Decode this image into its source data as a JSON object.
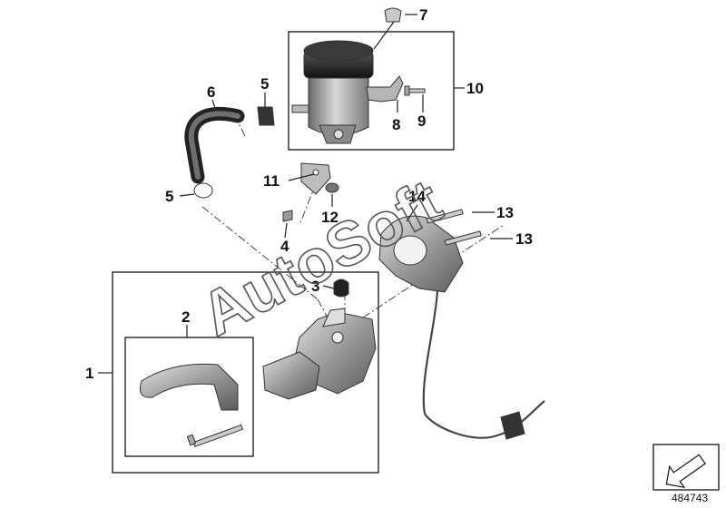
{
  "diagram": {
    "callouts": {
      "c1": "1",
      "c2": "2",
      "c3": "3",
      "c4": "4",
      "c5a": "5",
      "c5b": "5",
      "c6": "6",
      "c7": "7",
      "c8": "8",
      "c9": "9",
      "c10": "10",
      "c11": "11",
      "c12": "12",
      "c13a": "13",
      "c13b": "13",
      "c14": "14"
    },
    "watermark": "AutoSoft",
    "reference_number": "484743",
    "icons": [
      "reservoir-icon",
      "hose-icon",
      "clutch-lever-icon",
      "master-cylinder-icon",
      "sensor-cable-icon",
      "navigation-arrow-icon"
    ],
    "colors": {
      "line": "#222222",
      "part_fill": "#9a9a9a",
      "dark_part": "#2a2a2a",
      "background": "#ffffff"
    }
  }
}
